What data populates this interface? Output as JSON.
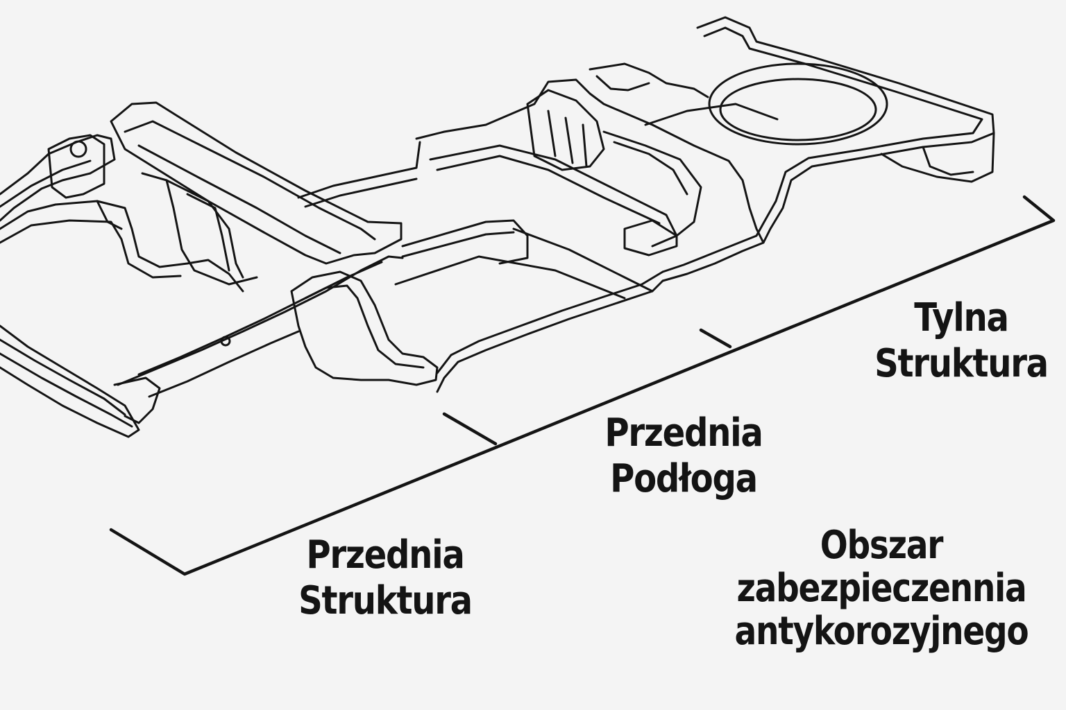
{
  "labels": {
    "rear_structure": {
      "line1": "Tylna",
      "line2": "Struktura"
    },
    "front_floor": {
      "line1": "Przednia",
      "line2": "Podłoga"
    },
    "front_structure": {
      "line1": "Przednia",
      "line2": "Struktura"
    },
    "corrosion_area": {
      "line1": "Obszar",
      "line2": "zabezpieczennia",
      "line3": "antykorozyjnego"
    }
  },
  "colors": {
    "background": "#f4f4f4",
    "line": "#141414",
    "text": "#141414"
  }
}
